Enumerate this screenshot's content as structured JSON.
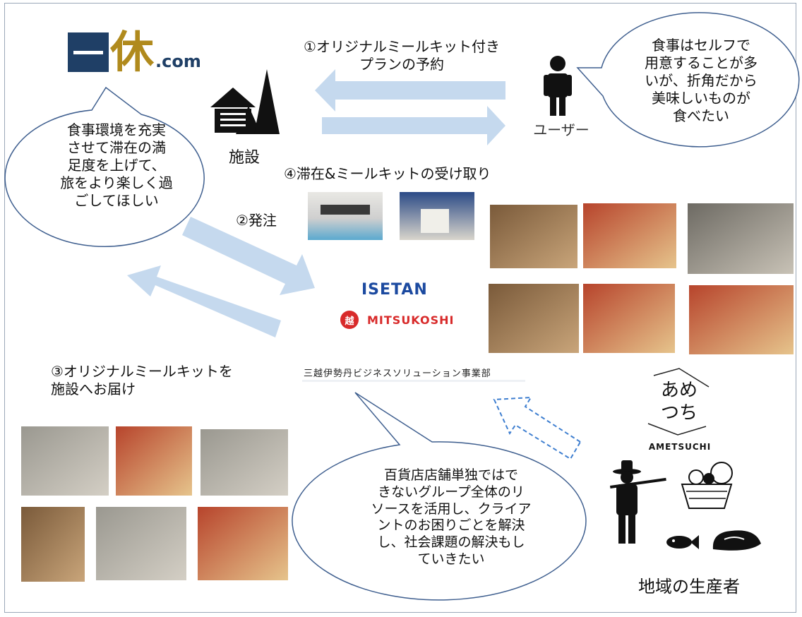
{
  "logos": {
    "ikyu_kanji": "休",
    "ikyu_com": ".com",
    "isetan": "ISETAN",
    "mitsukoshi": "MITSUKOSHI",
    "division": "三越伊勢丹ビジネスソリューション事業部",
    "ametsuchi_top": "あめ",
    "ametsuchi_bottom": "つち",
    "ametsuchi_en": "AMETSUCHI"
  },
  "labels": {
    "facility": "施設",
    "user": "ユーザー",
    "producers": "地域の生産者",
    "step1_line1": "①オリジナルミールキット付き",
    "step1_line2": "プランの予約",
    "step2": "②発注",
    "step3_line1": "③オリジナルミールキットを",
    "step3_line2": "施設へお届け",
    "step4": "④滞在&ミールキットの受け取り"
  },
  "bubbles": {
    "facility": [
      "食事環境を充実",
      "させて滞在の満",
      "足度を上げて、",
      "旅をより楽しく過",
      "ごしてほしい"
    ],
    "user": [
      "食事はセルフで",
      "用意することが多",
      "いが、折角だから",
      "美味しいものが",
      "食べたい"
    ],
    "dept": [
      "百貨店店舗単独ではで",
      "きないグループ全体のリ",
      "ソースを活用し、クライア",
      "ントのお困りごとを解決",
      "し、社会課題の解決もし",
      "ていきたい"
    ]
  },
  "icons": {
    "facility": "cabin-icon",
    "user": "person-icon",
    "farmer": "farmer-icon",
    "vegetables": "vegetable-basket-icon",
    "fish": "fish-icon",
    "meat": "meat-icon"
  },
  "colors": {
    "arrow": "#c5d9ee",
    "bubble_border": "#3f5f8f",
    "ikyu_navy": "#1f3f66",
    "ikyu_gold": "#b08a1d",
    "isetan_blue": "#1c4aa0",
    "mitsukoshi_red": "#d82a2a"
  }
}
